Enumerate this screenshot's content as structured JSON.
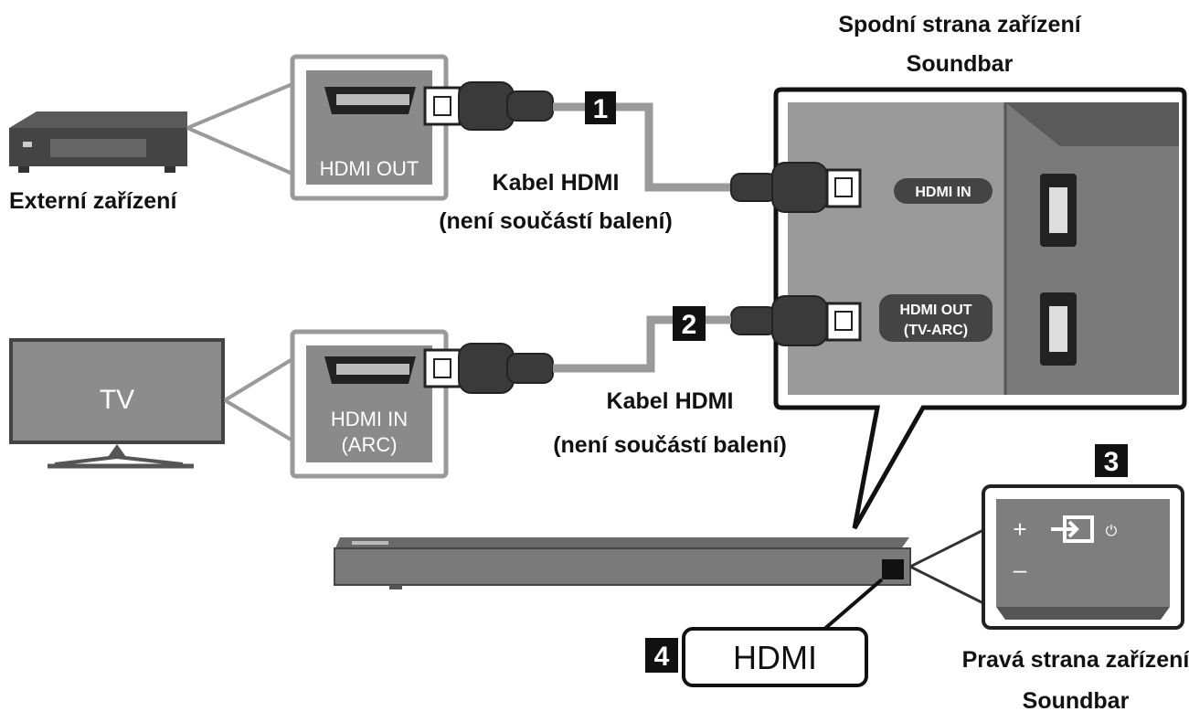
{
  "devices": {
    "external": {
      "label": "Externí zařízení"
    },
    "tv": {
      "screen_label": "TV"
    }
  },
  "ports": {
    "external_out": "HDMI OUT",
    "tv_in_line1": "HDMI IN",
    "tv_in_line2": "(ARC)",
    "soundbar_in": "HDMI IN",
    "soundbar_out_line1": "HDMI OUT",
    "soundbar_out_line2": "(TV-ARC)"
  },
  "cables": {
    "cable1": {
      "title": "Kabel HDMI",
      "note": "(není součástí balení)"
    },
    "cable2": {
      "title": "Kabel HDMI",
      "note": "(není součástí balení)"
    }
  },
  "callouts": {
    "bottom_side": {
      "line1": "Spodní strana zařízení",
      "line2": "Soundbar"
    },
    "right_side": {
      "line1": "Pravá strana zařízení",
      "line2": "Soundbar"
    },
    "hdmi_badge": "HDMI"
  },
  "steps": [
    "1",
    "2",
    "3",
    "4"
  ],
  "panel_buttons": {
    "plus": "+",
    "minus": "–",
    "power": "⏻"
  },
  "colors": {
    "panel_gray": "#8c8c8c",
    "dark_gray": "#505050",
    "cable_dark": "#3a3a3a",
    "line_gray": "#9a9a9a"
  }
}
